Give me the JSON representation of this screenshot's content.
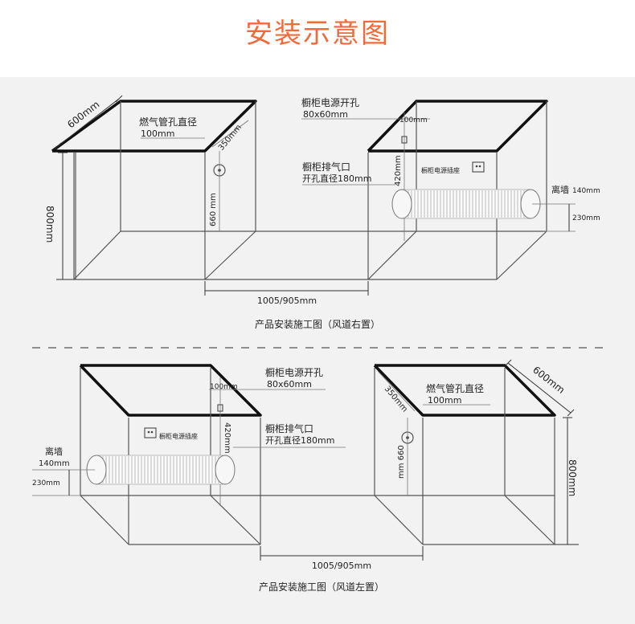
{
  "header": {
    "title": "安装示意图"
  },
  "top": {
    "depth": "600mm",
    "height": "800mm",
    "gas_label_line1": "燃气管孔直径",
    "gas_label_line2": "100mm",
    "gas_offset": "350mm",
    "gas_height": "660 mm",
    "power_label_line1": "橱柜电源开孔",
    "power_label_line2": "80x60mm",
    "power_offset": "100mm",
    "power_height": "420mm",
    "exhaust_line1": "橱柜排气口",
    "exhaust_line2": "开孔直径180mm",
    "socket_label": "橱柜电源插座",
    "wall_gap_label": "离墙",
    "wall_gap_value": "140mm",
    "duct_height": "230mm",
    "width": "1005/905mm",
    "caption": "产品安装施工图（风道右置）"
  },
  "bottom": {
    "depth": "600mm",
    "height": "800mm",
    "gas_label_line1": "燃气管孔直径",
    "gas_label_line2": "100mm",
    "gas_offset": "350mm",
    "gas_height": "mm 660",
    "power_label_line1": "橱柜电源开孔",
    "power_label_line2": "80x60mm",
    "power_offset": "100mm",
    "power_height": "420mm",
    "exhaust_line1": "橱柜排气口",
    "exhaust_line2": "开孔直径180mm",
    "socket_label": "橱柜电源插座",
    "wall_gap_label": "离墙",
    "wall_gap_value": "140mm",
    "duct_height": "230mm",
    "width": "1005/905mm",
    "caption": "产品安装施工图（风道左置）"
  }
}
